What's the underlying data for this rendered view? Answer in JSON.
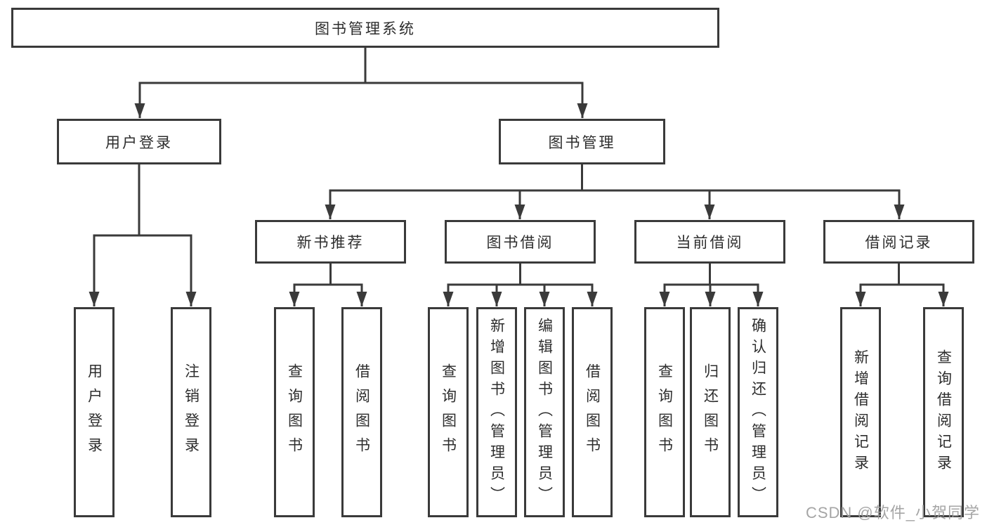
{
  "nodes": {
    "root": "图书管理系统",
    "user_login": "用户登录",
    "book_mgmt": "图书管理",
    "new_books": "新书推荐",
    "book_borrow": "图书借阅",
    "current_borrow": "当前借阅",
    "borrow_records": "借阅记录"
  },
  "leaves": {
    "user_login": [
      "用户登录",
      "注销登录"
    ],
    "new_books": [
      "查询图书",
      "借阅图书"
    ],
    "book_borrow": [
      "查询图书",
      "新增图书（管理员）",
      "编辑图书（管理员）",
      "借阅图书"
    ],
    "current_borrow": [
      "查询图书",
      "归还图书",
      "确认归还（管理员）"
    ],
    "borrow_records": [
      "新增借阅记录",
      "查询借阅记录"
    ]
  },
  "watermark": "CSDN @软件_小贺同学",
  "colors": {
    "line": "#3a3a3a",
    "text": "#2d2d2d",
    "box_background": "#ffffff",
    "watermark": "#9e9e9e"
  }
}
